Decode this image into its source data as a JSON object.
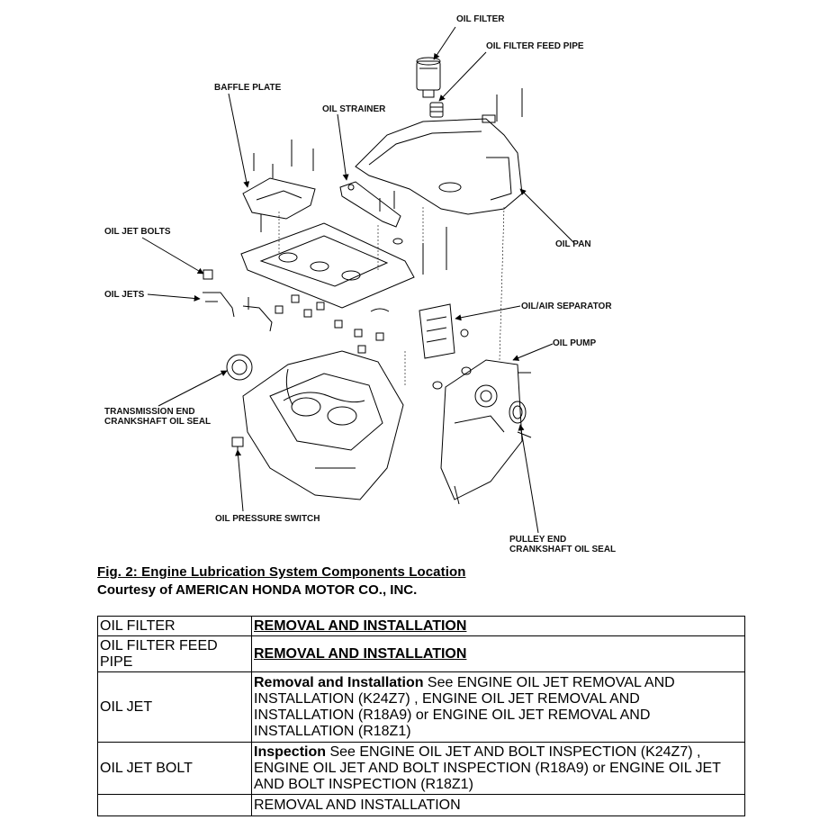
{
  "labels": {
    "oil_filter": "OIL FILTER",
    "oil_filter_feed_pipe": "OIL FILTER FEED PIPE",
    "baffle_plate": "BAFFLE PLATE",
    "oil_strainer": "OIL STRAINER",
    "oil_pan": "OIL PAN",
    "oil_jet_bolts": "OIL JET BOLTS",
    "oil_jets": "OIL JETS",
    "oil_air_separator": "OIL/AIR SEPARATOR",
    "oil_pump": "OIL PUMP",
    "trans_seal_line1": "TRANSMISSION END",
    "trans_seal_line2": "CRANKSHAFT OIL SEAL",
    "oil_pressure_switch": "OIL PRESSURE SWITCH",
    "pulley_seal_line1": "PULLEY END",
    "pulley_seal_line2": "CRANKSHAFT OIL SEAL"
  },
  "caption": {
    "title": "Fig. 2: Engine Lubrication System Components Location",
    "courtesy": "Courtesy of AMERICAN HONDA MOTOR CO., INC."
  },
  "table": {
    "row1": {
      "component": "OIL FILTER",
      "link": "REMOVAL AND INSTALLATION"
    },
    "row2": {
      "component": "OIL FILTER FEED PIPE",
      "link": "REMOVAL AND INSTALLATION"
    },
    "row3": {
      "component": "OIL JET",
      "heading": "Removal and Installation",
      "text": " See ENGINE OIL JET REMOVAL AND INSTALLATION (K24Z7) , ENGINE OIL JET REMOVAL AND INSTALLATION (R18A9) or ENGINE OIL JET REMOVAL AND INSTALLATION (R18Z1)"
    },
    "row4": {
      "component": "OIL JET BOLT",
      "heading": "Inspection",
      "text": " See ENGINE OIL JET AND BOLT INSPECTION (K24Z7) , ENGINE OIL JET AND BOLT INSPECTION (R18A9) or ENGINE OIL JET AND BOLT INSPECTION (R18Z1)"
    },
    "row5": {
      "component": "",
      "text": "REMOVAL AND INSTALLATION"
    }
  }
}
